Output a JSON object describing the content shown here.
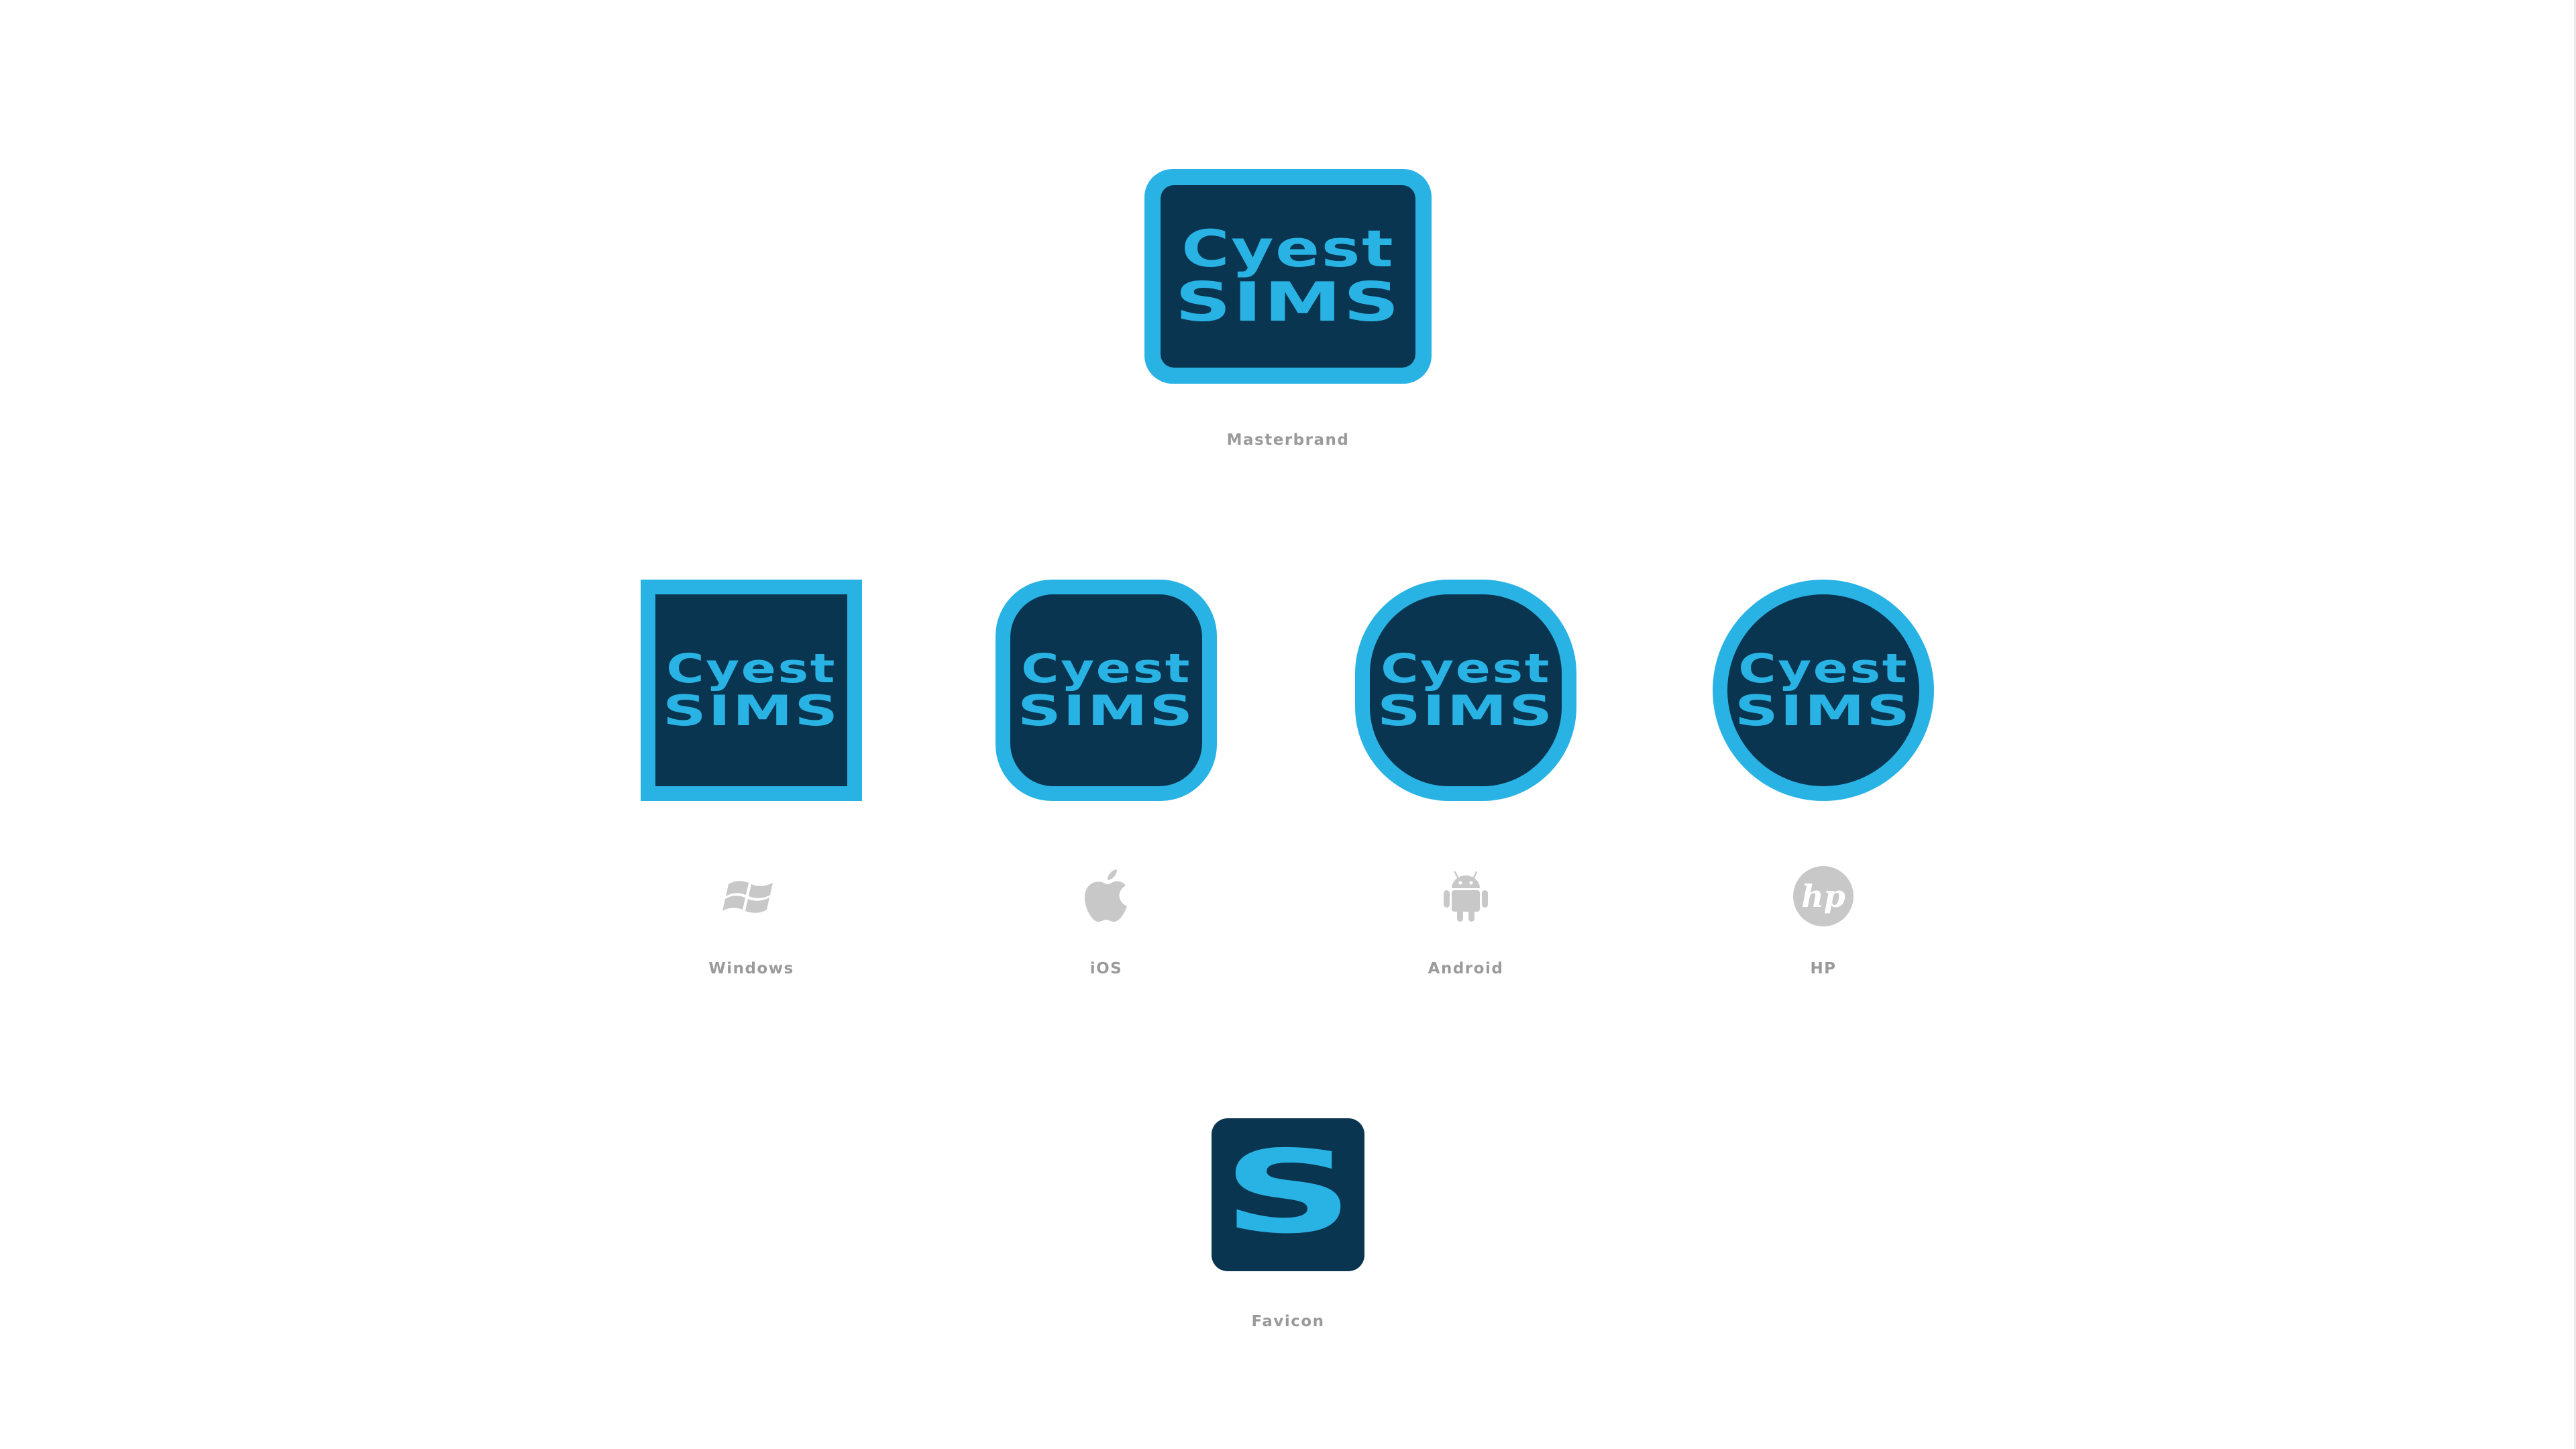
{
  "colors": {
    "background": "#ffffff",
    "logo_ring": "#29b3e4",
    "logo_fill": "#0a3550",
    "logo_text": "#29b3e4",
    "caption": "#9a9a9a",
    "platform_icon": "#c8c8c8"
  },
  "wordmark": {
    "line1": "Cyest",
    "line2": "SIMS"
  },
  "favicon": {
    "letter": "S"
  },
  "captions": {
    "masterbrand": "Masterbrand",
    "windows": "Windows",
    "ios": "iOS",
    "android": "Android",
    "hp": "HP",
    "favicon": "Favicon"
  },
  "icons": {
    "windows": "windows-logo-icon",
    "ios": "apple-logo-icon",
    "android": "android-logo-icon",
    "hp": "hp-logo-icon"
  }
}
